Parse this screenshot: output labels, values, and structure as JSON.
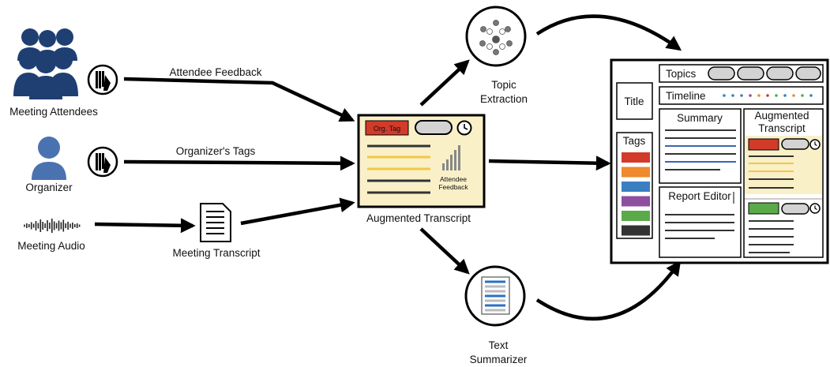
{
  "labels": {
    "attendees": "Meeting Attendees",
    "organizer": "Organizer",
    "audio": "Meeting Audio",
    "transcript": "Meeting Transcript",
    "feedback_arrow": "Attendee Feedback",
    "tags_arrow": "Organizer's Tags",
    "augmented": "Augmented Transcript",
    "topic_line1": "Topic",
    "topic_line2": "Extraction",
    "summ_line1": "Text",
    "summ_line2": "Summarizer"
  },
  "card": {
    "tag_label": "Org. Tag",
    "feedback_line1": "Attendee",
    "feedback_line2": "Feedback"
  },
  "report": {
    "topics": "Topics",
    "title": "Title",
    "timeline": "Timeline",
    "tags": "Tags",
    "summary": "Summary",
    "aug_line1": "Augmented",
    "aug_line2": "Transcript",
    "editor": "Report Editor"
  },
  "colors": {
    "attendee_blue": "#1f3f73",
    "organizer_blue": "#4b72b0",
    "card_bg": "#faf0c8",
    "tag_red": "#d23a2a",
    "highlight_yellow": "#f2c744",
    "summary_blue": "#3a66b0",
    "tag_colors": [
      "#d23a2a",
      "#ef8a2e",
      "#3a7fc2",
      "#8e4fa0",
      "#5aaa4a",
      "#333333"
    ],
    "timeline_dots": [
      "#3a7fc2",
      "#3a7fc2",
      "#3a7fc2",
      "#8e4fa0",
      "#ef8a2e",
      "#d23a2a",
      "#5aaa4a",
      "#3a7fc2",
      "#ef8a2e",
      "#5aaa4a",
      "#3a7fc2"
    ]
  },
  "icons": [
    "people-group-icon",
    "person-icon",
    "waveform-icon",
    "document-icon",
    "bar-chart-hand-icon",
    "clock-icon",
    "topic-cluster-icon",
    "summary-doc-icon"
  ]
}
